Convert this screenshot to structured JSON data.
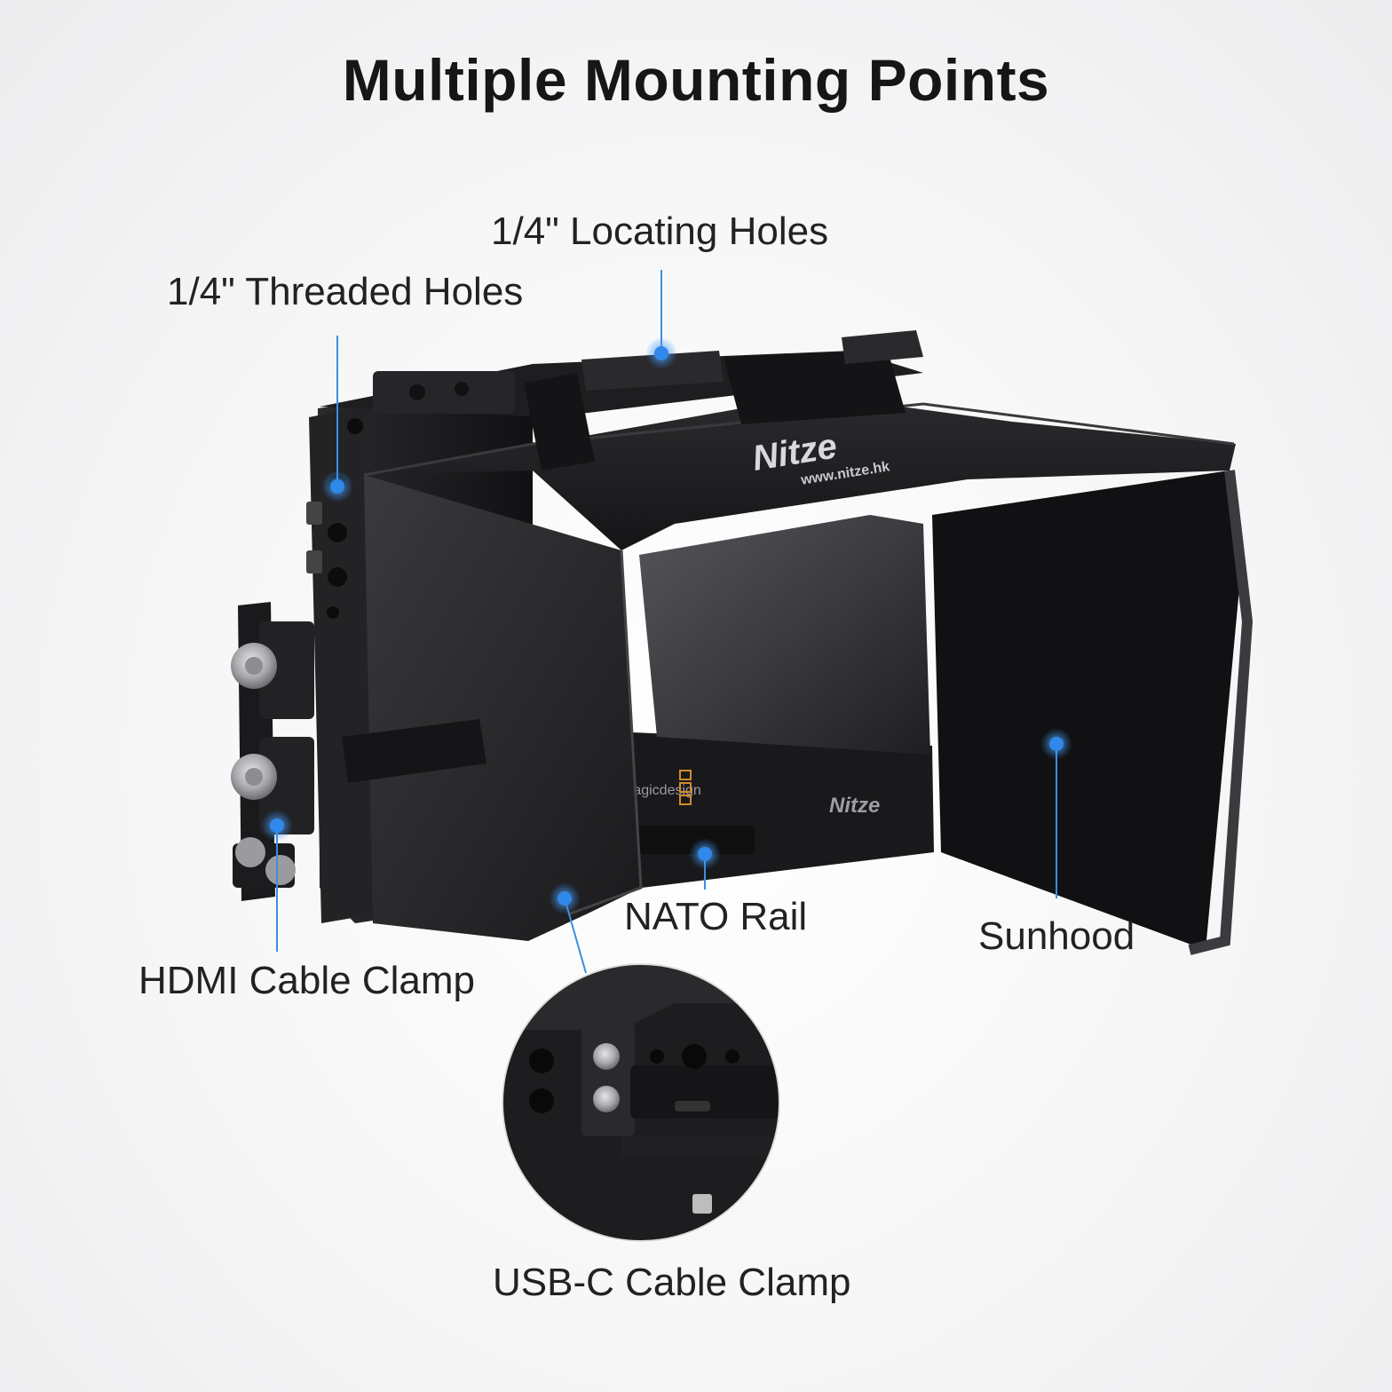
{
  "title": "Multiple Mounting Points",
  "labels": {
    "locating_holes": "1/4\" Locating Holes",
    "threaded_holes": "1/4\" Threaded Holes",
    "hdmi_clamp": "HDMI Cable Clamp",
    "nato_rail": "NATO Rail",
    "sunhood": "Sunhood",
    "usbc_clamp": "USB-C Cable Clamp"
  },
  "brand_text": {
    "hood_logo": "Nitze",
    "hood_url": "www.nitze.hk",
    "cage_logo": "Nitze",
    "monitor_brand": "magicdesign"
  },
  "colors": {
    "accent_dot": "#2f88ea",
    "callout_line": "#3b8fe0",
    "product": "#1b1b1d"
  }
}
